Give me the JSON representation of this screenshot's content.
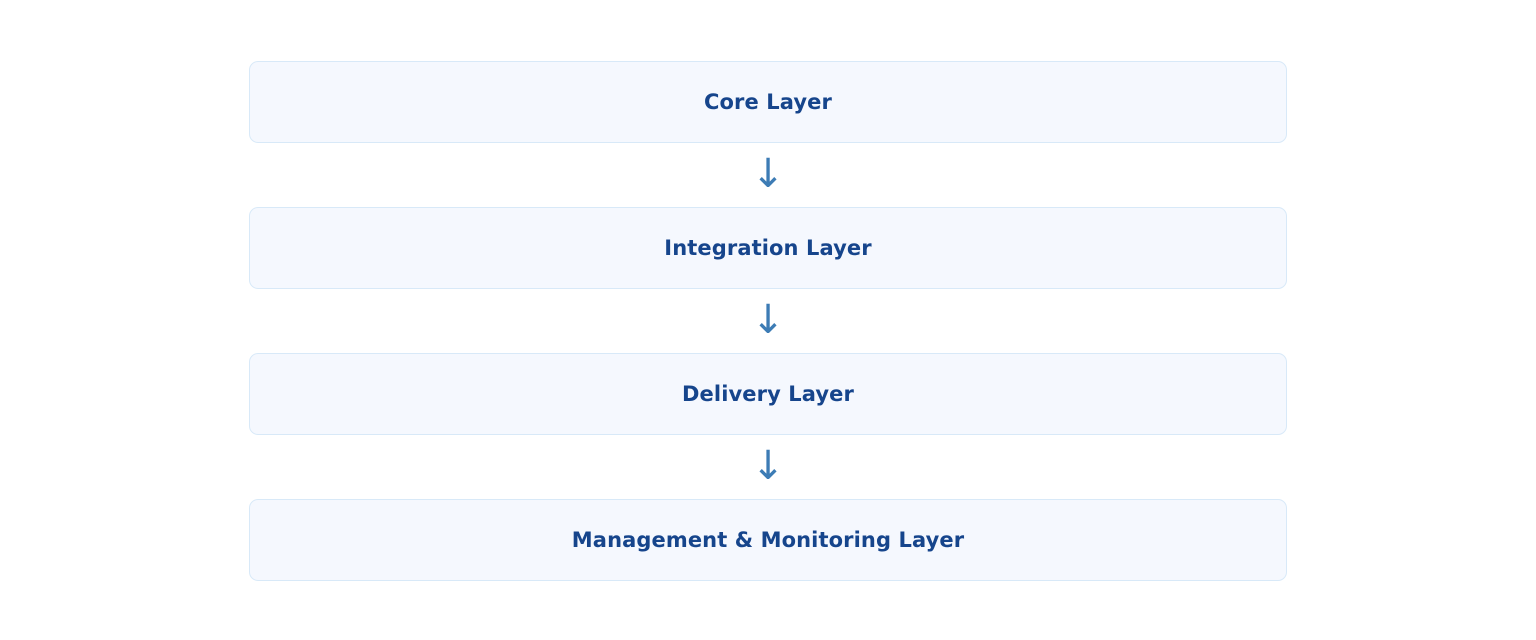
{
  "diagram": {
    "type": "vertical-flow",
    "title": "",
    "background_color": "#ffffff",
    "box_fill_color": "#f5f8fe",
    "box_border_color": "#d8e9f8",
    "label_color": "#16458c",
    "arrow_color": "#3d7cb5",
    "arrow_glyph": "↓",
    "layers": [
      {
        "label": "Core Layer"
      },
      {
        "label": "Integration Layer"
      },
      {
        "label": "Delivery Layer"
      },
      {
        "label": "Management & Monitoring Layer"
      }
    ]
  }
}
